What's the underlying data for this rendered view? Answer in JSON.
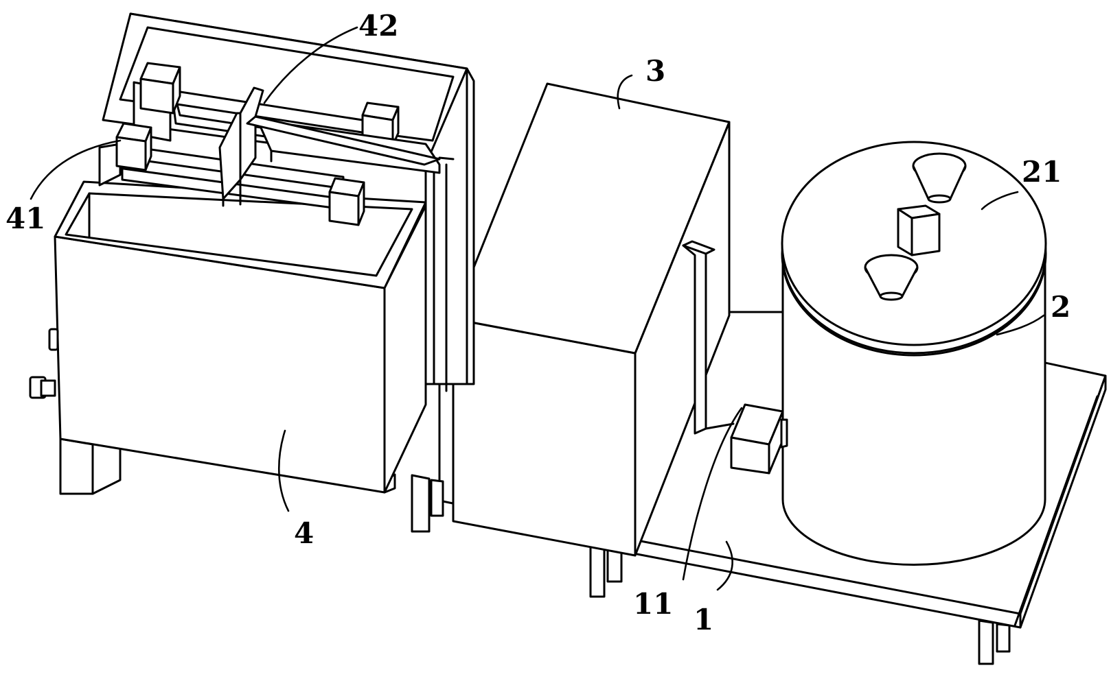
{
  "diagram": {
    "labels": [
      {
        "id": "1",
        "text": "1"
      },
      {
        "id": "2",
        "text": "2"
      },
      {
        "id": "3",
        "text": "3"
      },
      {
        "id": "4",
        "text": "4"
      },
      {
        "id": "11",
        "text": "11"
      },
      {
        "id": "21",
        "text": "21"
      },
      {
        "id": "41",
        "text": "41"
      },
      {
        "id": "42",
        "text": "42"
      }
    ]
  },
  "colors": {
    "stroke": "#000000",
    "background": "#ffffff"
  }
}
